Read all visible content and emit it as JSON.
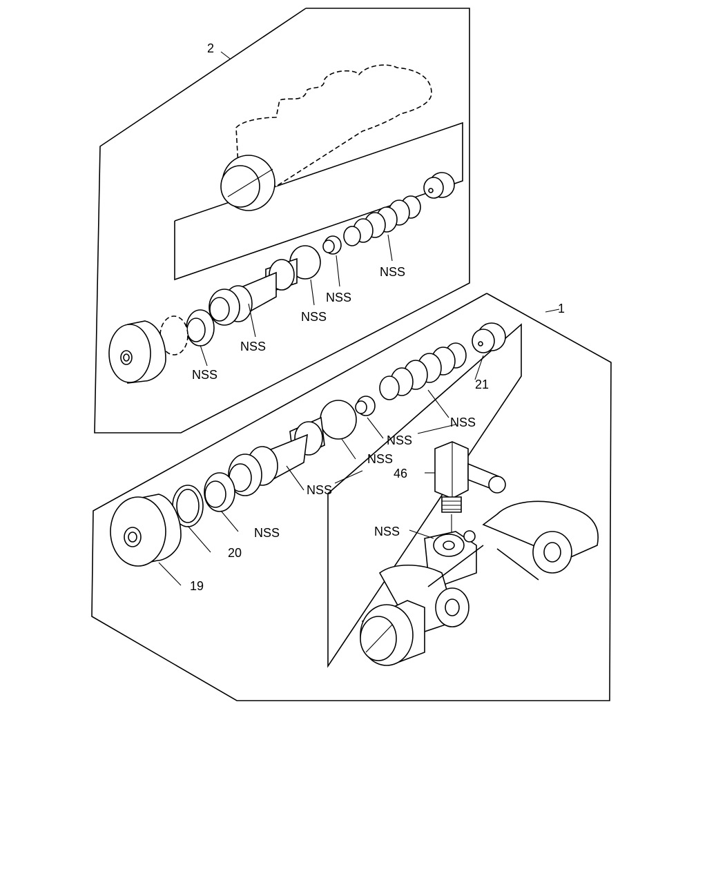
{
  "diagram": {
    "callouts": {
      "assembly_upper": "2",
      "assembly_lower": "1",
      "nss_u_spring": "NSS",
      "nss_u_valve": "NSS",
      "nss_u_cup": "NSS",
      "nss_u_piston": "NSS",
      "nss_u_seal": "NSS",
      "part_21": "21",
      "nss_l_spring": "NSS",
      "nss_l_valve": "NSS",
      "nss_l_cup": "NSS",
      "part_46": "46",
      "nss_l_piston": "NSS",
      "nss_l_seal": "NSS",
      "nss_l_bolt": "NSS",
      "part_20": "20",
      "part_19": "19"
    }
  }
}
